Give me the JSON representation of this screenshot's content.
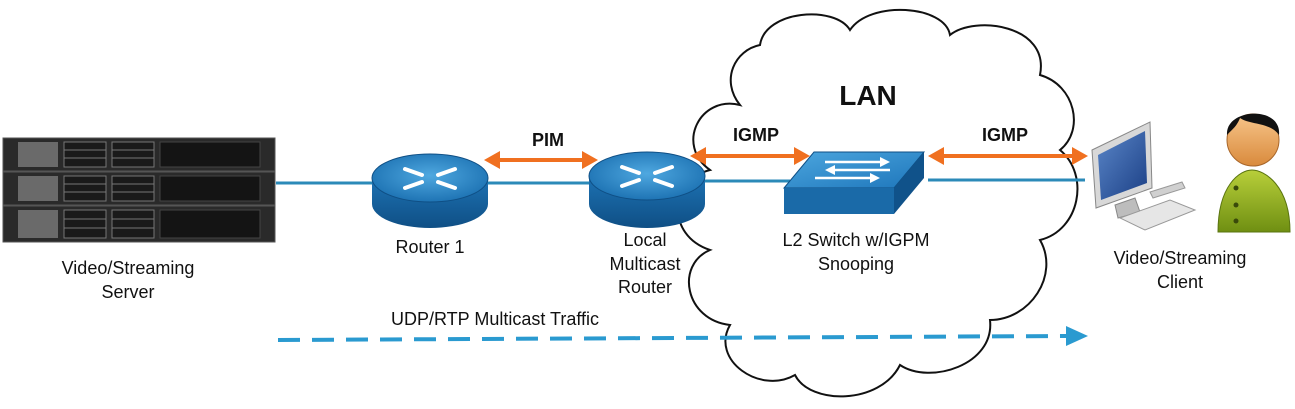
{
  "nodes": {
    "server": {
      "label_line1": "Video/Streaming",
      "label_line2": "Server"
    },
    "router1": {
      "label": "Router 1"
    },
    "local_router": {
      "label_line1": "Local",
      "label_line2": "Multicast",
      "label_line3": "Router"
    },
    "l2_switch": {
      "label_line1": "L2 Switch w/IGPM",
      "label_line2": "Snooping"
    },
    "client": {
      "label_line1": "Video/Streaming",
      "label_line2": "Client"
    }
  },
  "lan": {
    "label": "LAN"
  },
  "protocols": {
    "pim": "PIM",
    "igmp_left": "IGMP",
    "igmp_right": "IGMP"
  },
  "traffic": {
    "label": "UDP/RTP Multicast Traffic"
  },
  "colors": {
    "link": "#2b8ab8",
    "arrow": "#f07020",
    "device_blue": "#1f7cc4",
    "traffic_arrow": "#2a9ad0",
    "server_dark": "#2a2a2a"
  }
}
